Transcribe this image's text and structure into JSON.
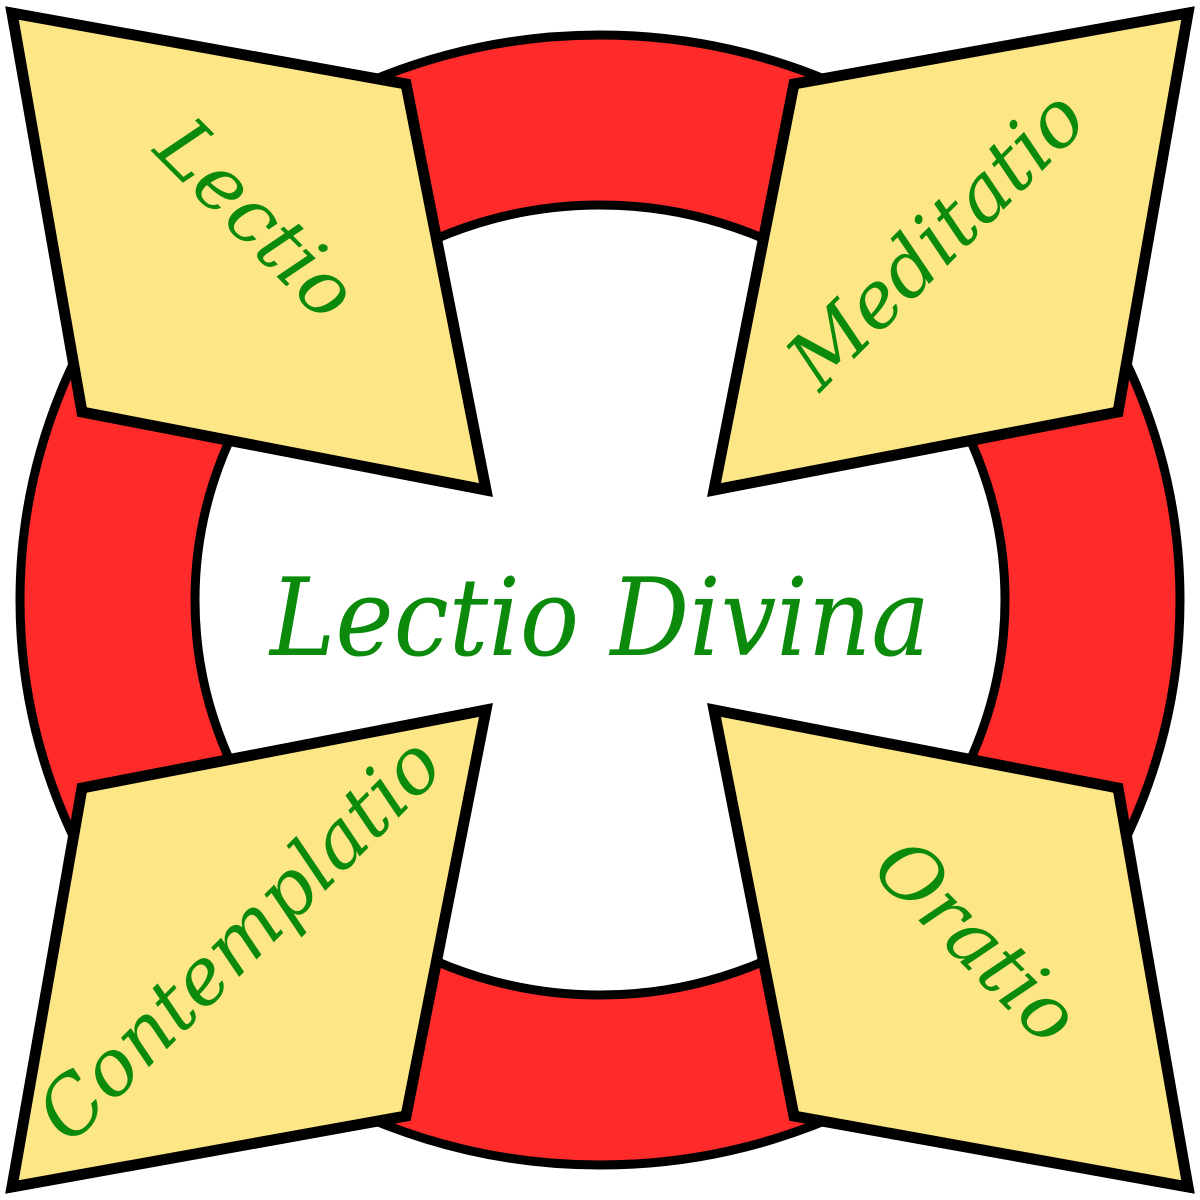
{
  "title": "Lectio Divina",
  "stages": [
    {
      "id": "lectio",
      "label": "Lectio"
    },
    {
      "id": "meditatio",
      "label": "Meditatio"
    },
    {
      "id": "oratio",
      "label": "Oratio"
    },
    {
      "id": "contemplatio",
      "label": "Contemplatio"
    }
  ],
  "colors": {
    "ring_red": "#ff2b2b",
    "card_fill": "#fde685",
    "outline": "#000000",
    "text_green": "#0b8a0b",
    "background": "#ffffff"
  }
}
